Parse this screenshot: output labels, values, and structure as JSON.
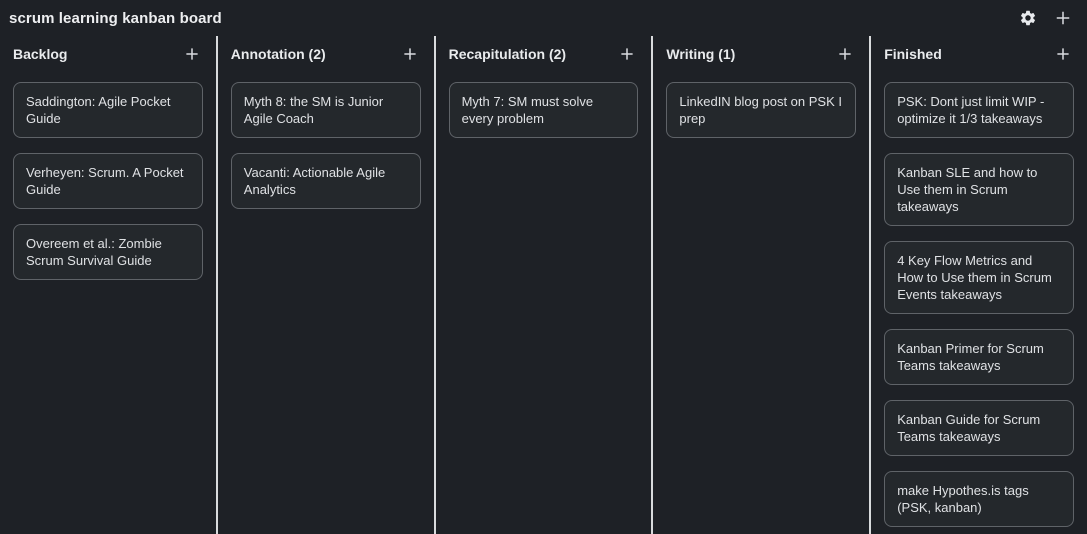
{
  "colors": {
    "page_bg": "#1e2126",
    "card_bg": "#24282c",
    "card_border": "#5f6368",
    "column_divider": "#d9dbdd",
    "text": "#dfe1e4",
    "heading": "#e9ebed"
  },
  "topbar": {
    "title": "scrum learning kanban board"
  },
  "board": {
    "columns": [
      {
        "title": "Backlog",
        "cards": [
          "Saddington: Agile Pocket Guide",
          "Verheyen: Scrum. A Pocket Guide",
          "Overeem et al.: Zombie Scrum Survival Guide"
        ]
      },
      {
        "title": "Annotation (2)",
        "cards": [
          "Myth 8: the SM is Junior Agile Coach",
          "Vacanti: Actionable Agile Analytics"
        ]
      },
      {
        "title": "Recapitulation (2)",
        "cards": [
          "Myth 7: SM must solve every problem"
        ]
      },
      {
        "title": "Writing (1)",
        "cards": [
          "LinkedIN blog post on PSK I prep"
        ]
      },
      {
        "title": "Finished",
        "cards": [
          "PSK: Dont just limit WIP - optimize it 1/3 takeaways",
          "Kanban SLE and how to Use them in Scrum takeaways",
          "4 Key Flow Metrics and How to Use them in Scrum Events takeaways",
          "Kanban Primer for Scrum Teams takeaways",
          "Kanban Guide for Scrum Teams takeaways",
          "make Hypothes.is tags (PSK, kanban)"
        ]
      }
    ]
  }
}
